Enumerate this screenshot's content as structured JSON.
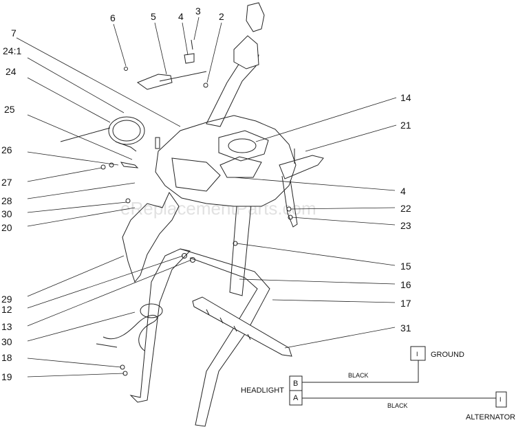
{
  "watermark": "eReplacementParts.com",
  "callouts": {
    "c2": "2",
    "c3": "3",
    "c4": "4",
    "c5": "5",
    "c6": "6",
    "c7": "7",
    "c24_1": "24:1",
    "c24": "24",
    "c25": "25",
    "c26": "26",
    "c27": "27",
    "c28": "28",
    "c30a": "30",
    "c20": "20",
    "c29": "29",
    "c12": "12",
    "c13": "13",
    "c30b": "30",
    "c18": "18",
    "c19": "19",
    "c14": "14",
    "c21": "21",
    "c4b": "4",
    "c22": "22",
    "c23": "23",
    "c15": "15",
    "c16": "16",
    "c17": "17",
    "c31": "31"
  },
  "wiring": {
    "ground": "GROUND",
    "headlight": "HEADLIGHT",
    "alternator": "ALTERNATOR",
    "wire_top": "BLACK",
    "wire_bottom": "BLACK",
    "terminal_b": "B",
    "terminal_a": "A",
    "ground_pin": "I",
    "alt_pin": "I"
  }
}
